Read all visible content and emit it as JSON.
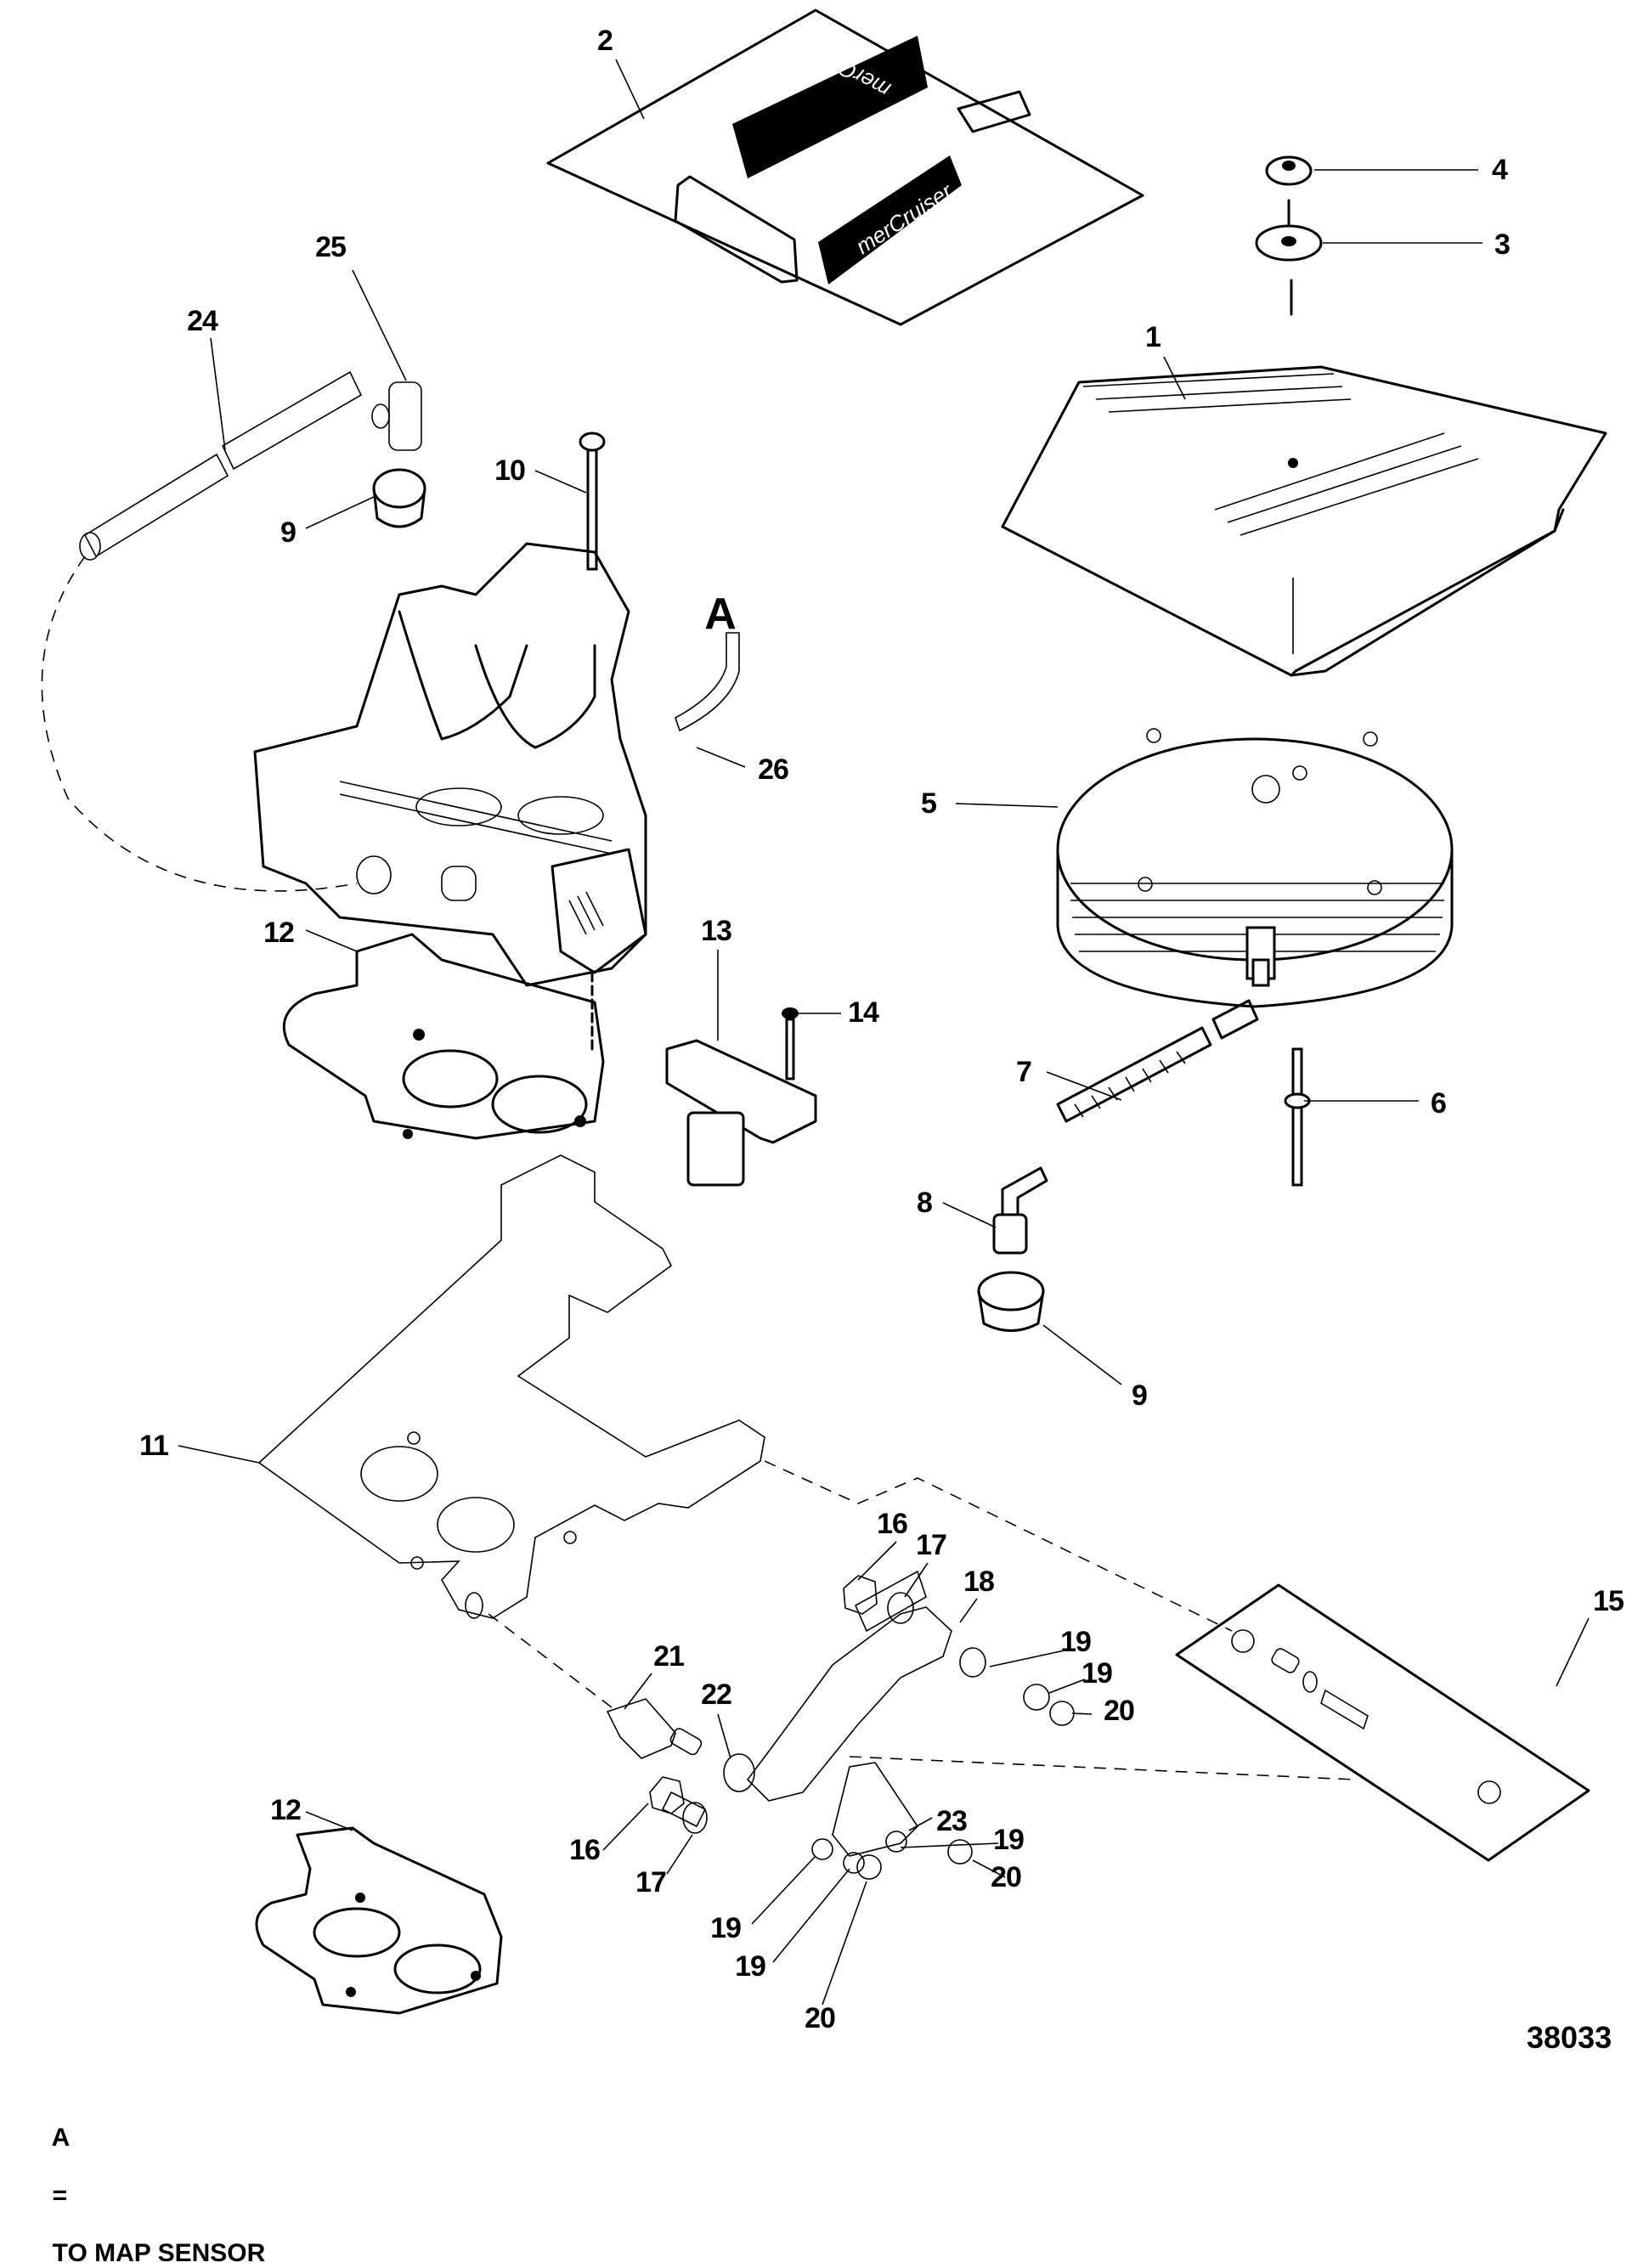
{
  "diagram": {
    "type": "exploded-parts-diagram",
    "figure_number": "38033",
    "reference_marker": "A",
    "legend": {
      "key": "A",
      "separator": "=",
      "text": "TO MAP SENSOR"
    },
    "decal_brand_text": [
      "merCruiser",
      "merCruiser"
    ],
    "callouts": [
      {
        "id": "c1",
        "label": "1"
      },
      {
        "id": "c2",
        "label": "2"
      },
      {
        "id": "c3",
        "label": "3"
      },
      {
        "id": "c4",
        "label": "4"
      },
      {
        "id": "c5",
        "label": "5"
      },
      {
        "id": "c6",
        "label": "6"
      },
      {
        "id": "c7",
        "label": "7"
      },
      {
        "id": "c8",
        "label": "8"
      },
      {
        "id": "c9a",
        "label": "9"
      },
      {
        "id": "c9b",
        "label": "9"
      },
      {
        "id": "c10",
        "label": "10"
      },
      {
        "id": "c11",
        "label": "11"
      },
      {
        "id": "c12a",
        "label": "12"
      },
      {
        "id": "c12b",
        "label": "12"
      },
      {
        "id": "c13",
        "label": "13"
      },
      {
        "id": "c14",
        "label": "14"
      },
      {
        "id": "c15",
        "label": "15"
      },
      {
        "id": "c16a",
        "label": "16"
      },
      {
        "id": "c16b",
        "label": "16"
      },
      {
        "id": "c17a",
        "label": "17"
      },
      {
        "id": "c17b",
        "label": "17"
      },
      {
        "id": "c18",
        "label": "18"
      },
      {
        "id": "c19a",
        "label": "19"
      },
      {
        "id": "c19b",
        "label": "19"
      },
      {
        "id": "c19c",
        "label": "19"
      },
      {
        "id": "c19d",
        "label": "19"
      },
      {
        "id": "c19e",
        "label": "19"
      },
      {
        "id": "c20a",
        "label": "20"
      },
      {
        "id": "c20b",
        "label": "20"
      },
      {
        "id": "c20c",
        "label": "20"
      },
      {
        "id": "c21",
        "label": "21"
      },
      {
        "id": "c22",
        "label": "22"
      },
      {
        "id": "c23",
        "label": "23"
      },
      {
        "id": "c24",
        "label": "24"
      },
      {
        "id": "c25",
        "label": "25"
      },
      {
        "id": "c26",
        "label": "26"
      }
    ]
  }
}
